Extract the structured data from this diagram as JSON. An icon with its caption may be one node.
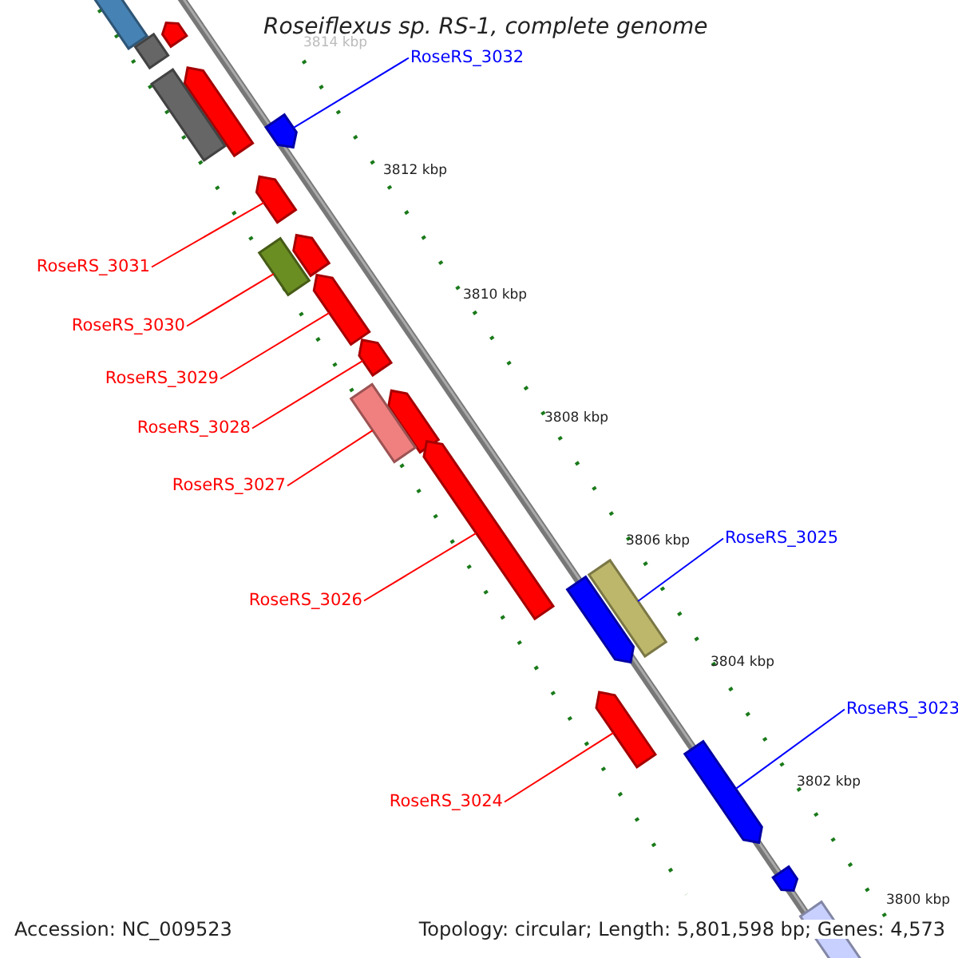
{
  "diagram": {
    "title": "Roseiflexus sp. RS-1, complete genome",
    "nodes": [
      {
        "text": [
          "RoseRS_3032"
        ]
      },
      {
        "text": [
          "RoseRS_3031"
        ]
      },
      {
        "text": [
          "RoseRS_3030"
        ]
      },
      {
        "text": [
          "RoseRS_3029"
        ]
      },
      {
        "text": [
          "RoseRS_3028"
        ]
      },
      {
        "text": [
          "RoseRS_3027"
        ]
      },
      {
        "text": [
          "RoseRS_3025"
        ]
      },
      {
        "text": [
          "RoseRS_3026"
        ]
      },
      {
        "text": [
          "RoseRS_3023"
        ]
      },
      {
        "text": [
          "RoseRS_3024"
        ]
      },
      {
        "text": [],
        "shape": "box"
      },
      {
        "text": [],
        "shape": "arrow"
      },
      {
        "text": [],
        "shape": "box"
      },
      {
        "text": [],
        "shape": "arrow"
      },
      {
        "text": [],
        "shape": "box"
      },
      {
        "text": [],
        "shape": "arrow"
      },
      {
        "text": [],
        "shape": "arrow"
      },
      {
        "text": [],
        "shape": "arrow"
      },
      {
        "text": [],
        "shape": "box"
      },
      {
        "text": [],
        "shape": "arrow"
      },
      {
        "text": [],
        "shape": "arrow"
      },
      {
        "text": [],
        "shape": "arrow"
      },
      {
        "text": [],
        "shape": "box"
      },
      {
        "text": [],
        "shape": "arrow"
      },
      {
        "text": [],
        "shape": "box"
      },
      {
        "text": [],
        "shape": "arrow"
      },
      {
        "text": [],
        "shape": "arrow"
      },
      {
        "text": [],
        "shape": "arrow"
      },
      {
        "text": [],
        "shape": "arrow"
      },
      {
        "text": [],
        "shape": "arrow"
      }
    ],
    "edges": [
      {
        "from": 0,
        "to": 15,
        "arrow": "none",
        "color": "#0000ff"
      },
      {
        "from": 1,
        "to": 16,
        "arrow": "none"
      },
      {
        "from": 2,
        "to": 18,
        "arrow": "none"
      },
      {
        "from": 3,
        "to": 19,
        "arrow": "none"
      },
      {
        "from": 4,
        "to": 20,
        "arrow": "none"
      },
      {
        "from": 5,
        "to": 22,
        "arrow": "none"
      },
      {
        "from": 6,
        "to": 24,
        "arrow": "none",
        "color": "#0000ff"
      },
      {
        "from": 7,
        "to": 23,
        "arrow": "none"
      },
      {
        "from": 8,
        "to": 27,
        "arrow": "none",
        "color": "#0000ff"
      },
      {
        "from": 9,
        "to": 26,
        "arrow": "none"
      }
    ],
    "labels": [
      "3814 kbp",
      "3812 kbp",
      "3810 kbp",
      "3808 kbp",
      "3806 kbp",
      "3804 kbp",
      "3802 kbp",
      "3800 kbp",
      "Accession: NC_009523",
      "Topology: circular; Length: 5,801,598 bp; Genes: 4,573"
    ]
  }
}
